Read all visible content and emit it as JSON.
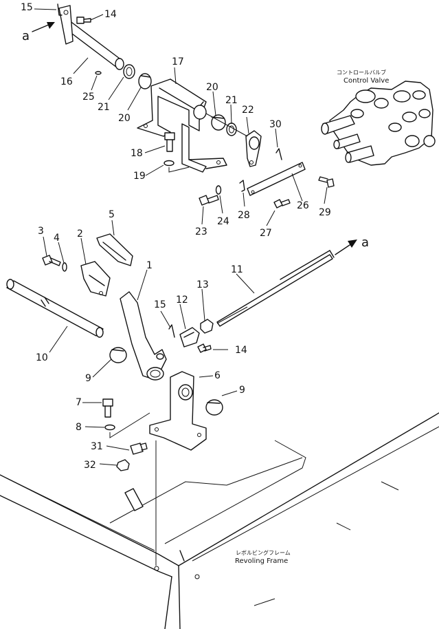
{
  "labels": {
    "control_valve_jp": "コントロールバルブ",
    "control_valve_en": "Control Valve",
    "frame_jp": "レボルビングフレーム",
    "frame_en": "Revoling Frame",
    "ref_a_top": "a",
    "ref_a_right": "a"
  },
  "callouts": {
    "c15a": "15",
    "c14a": "14",
    "c16": "16",
    "c25": "25",
    "c21a": "21",
    "c20a": "20",
    "c17": "17",
    "c20b": "20",
    "c21b": "21",
    "c22": "22",
    "c30": "30",
    "c18": "18",
    "c19": "19",
    "c23": "23",
    "c24": "24",
    "c28": "28",
    "c27": "27",
    "c26": "26",
    "c29": "29",
    "c5": "5",
    "c3": "3",
    "c4": "4",
    "c2": "2",
    "c1": "1",
    "c11": "11",
    "c13": "13",
    "c12": "12",
    "c15b": "15",
    "c14b": "14",
    "c10": "10",
    "c9a": "9",
    "c6": "6",
    "c9b": "9",
    "c7": "7",
    "c8": "8",
    "c31": "31",
    "c32": "32"
  }
}
